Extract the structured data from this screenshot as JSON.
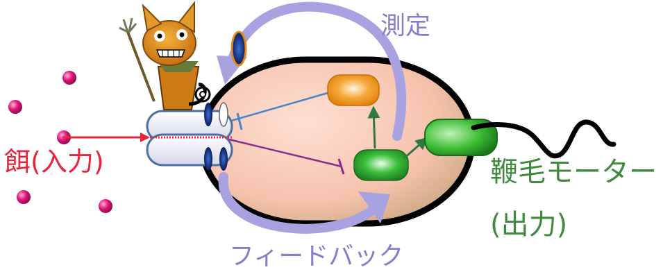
{
  "labels": {
    "measure": "測定",
    "bait_input": "餌(入力)",
    "flagellar_motor": "鞭毛モーター",
    "output": "(出力)",
    "feedback": "フィードバック"
  },
  "colors": {
    "bait": "#e8233c",
    "measure": "#8b7cc9",
    "motor": "#3f8a3c",
    "feedback": "#8b7cc9",
    "cell_body": "#f9c9b4",
    "arrow_lavender": "#a9a2e0",
    "arrow_green": "#2f7a3a",
    "inhibit_blue": "#4a84c9",
    "inhibit_purple": "#8a2a8a",
    "node_orange": "#f29a12",
    "node_green": "#2fae2f"
  },
  "icons": [
    "cat-mascot-icon",
    "attractant-particle-icon",
    "receptor-icon",
    "flagellum-icon"
  ]
}
